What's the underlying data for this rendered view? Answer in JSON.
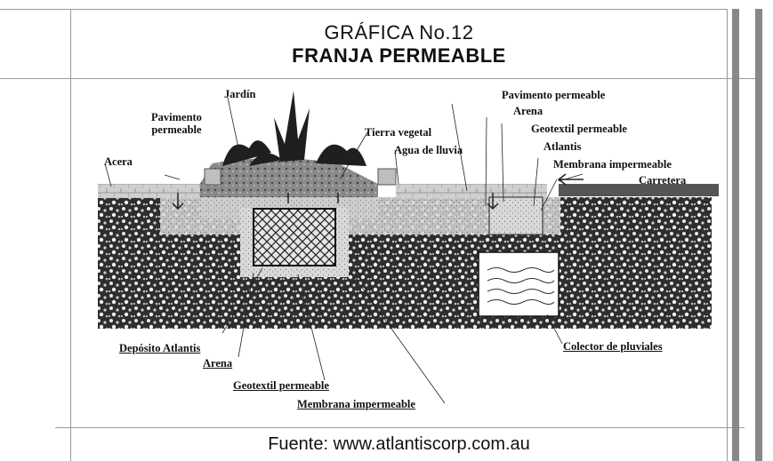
{
  "title": {
    "line1": "GRÁFICA No.12",
    "line2": "FRANJA PERMEABLE"
  },
  "source": "Fuente: www.atlantiscorp.com.au",
  "labels": {
    "jardin": "Jardín",
    "pavimento_permeable_left": "Pavimento\npermeable",
    "acera": "Acera",
    "tierra_vegetal": "Tierra vegetal",
    "agua_de_lluvia": "Agua de lluvia",
    "pavimento_permeable_right": "Pavimento permeable",
    "arena_right": "Arena",
    "geotextil_permeable_right": "Geotextil permeable",
    "atlantis": "Atlantis",
    "membrana_impermeable_right": "Membrana impermeable",
    "carretera": "Carretera",
    "deposito_atlantis": "Depósito Atlantis",
    "arena_bottom": "Arena",
    "geotextil_permeable_bottom": "Geotextil permeable",
    "membrana_impermeable_bottom": "Membrana impermeable",
    "colector_de_pluviales": "Colector de pluviales"
  },
  "colors": {
    "frame": "#9a9a9a",
    "sidebar": "#888888",
    "gravel": "#3a3a3a",
    "road": "#555555"
  }
}
